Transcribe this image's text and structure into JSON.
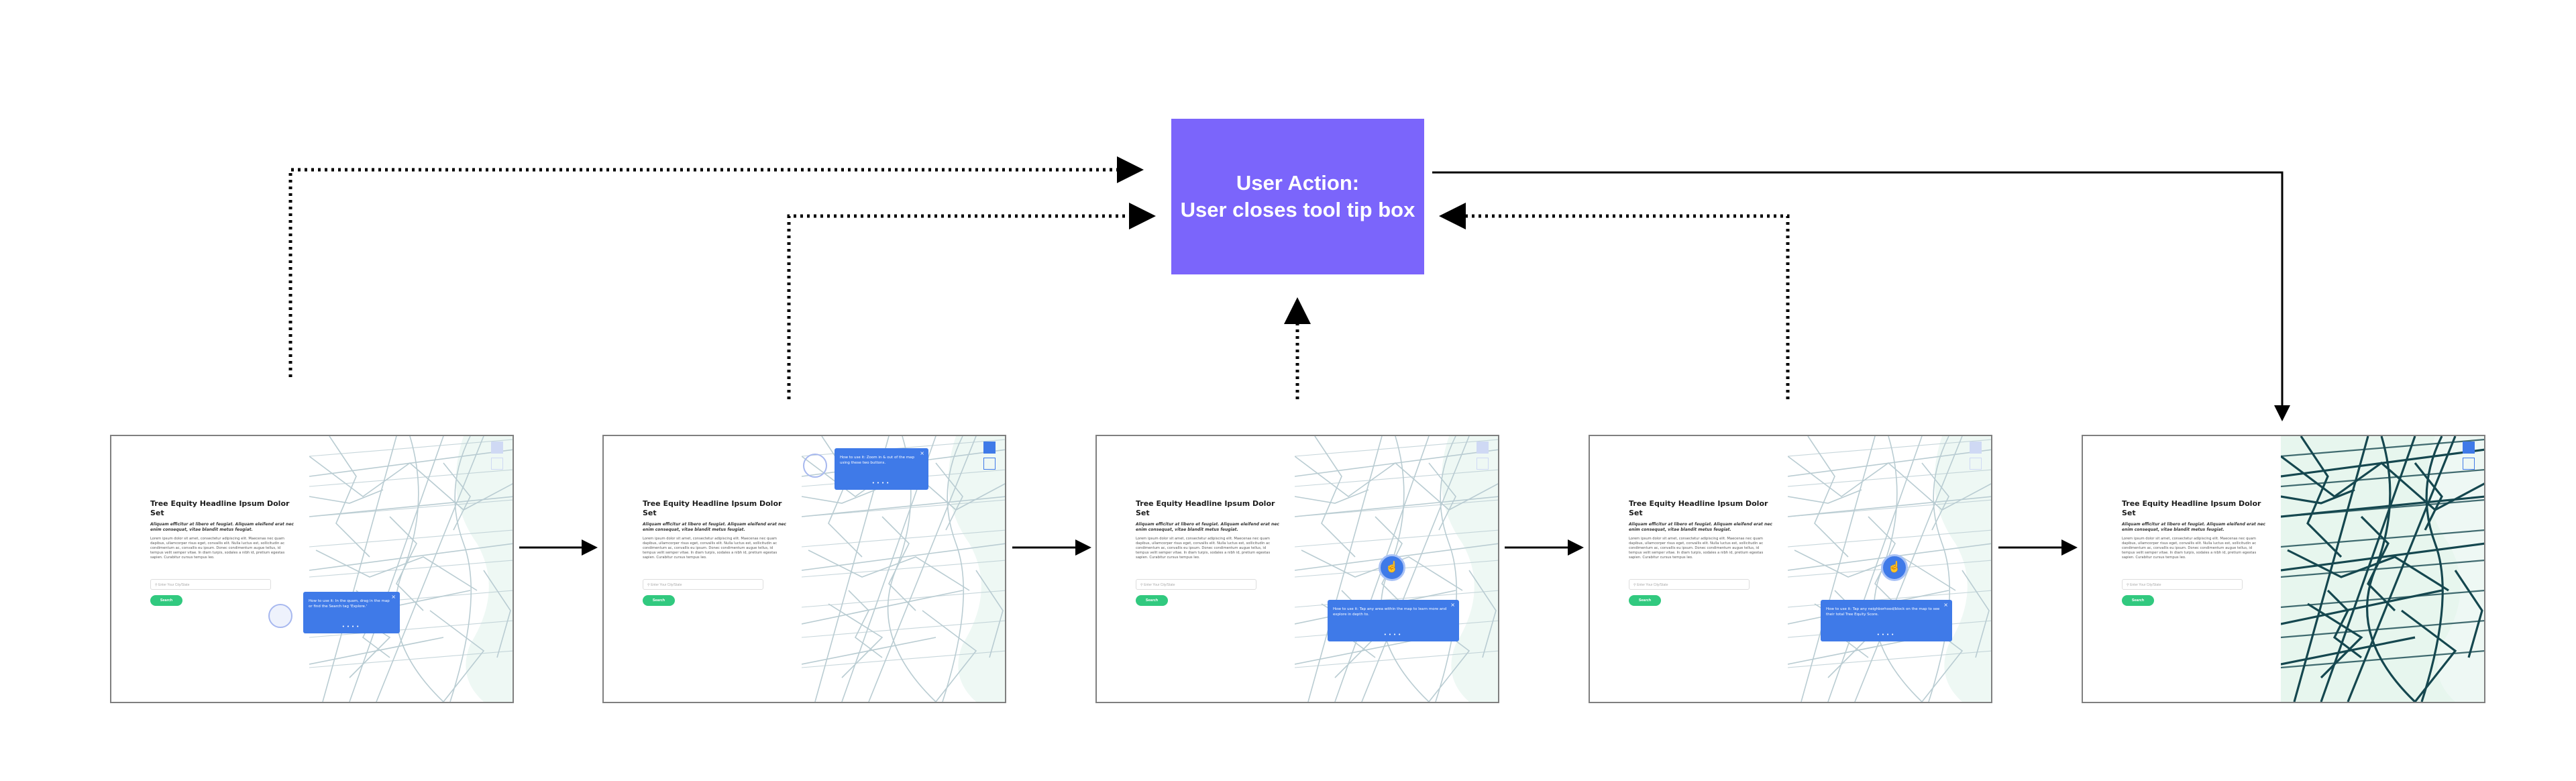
{
  "action": {
    "title": "User Action:",
    "subtitle": "User closes tool tip box"
  },
  "screen": {
    "headline": "Tree Equity Headline Ipsum Dolor Set",
    "subtext": "Aliquam efficitur at libero et feugiat. Aliquam eleifend erat nec enim consequat, vitae blandit metus feugiat.",
    "body": "Lorem ipsum dolor sit amet, consectetur adipiscing elit. Maecenas nec quam dapibus, ullamcorper risus eget, convallis elit. Nulla luctus est, sollicitudin ac condimentum ac, convallis eu ipsum. Donec condimentum augue tellus, id tempus velit semper vitae. In diam turpis, sodales a nibh id, pretium egestas sapien. Curabitur cursus tempus leo.",
    "search_placeholder": "Enter Your City/State",
    "search_button": "Search"
  },
  "tooltips": {
    "t1": "How to use it: In the quam, drag in the map or find the Search tag 'Explore.'",
    "t2": "How to use it: Zoom in & out of the map using these two buttons.",
    "t3": "How to use it: Tap any area within the map to learn more and explore in depth to.",
    "t4": "How to use it: Tap any neighborhood/block on the map to see their total Tree Equity Score."
  },
  "colors": {
    "action_box": "#7b65fb",
    "tooltip": "#3f7ae8",
    "search_button": "#31c97f",
    "map_road": "#b9ccd2",
    "map_road_dark": "#15474f",
    "map_water": "#eef8f4",
    "map_tint": "#e7f6ee"
  },
  "icons": {
    "close": "close-icon",
    "hand": "hand-pointer-icon",
    "search": "search-icon"
  }
}
